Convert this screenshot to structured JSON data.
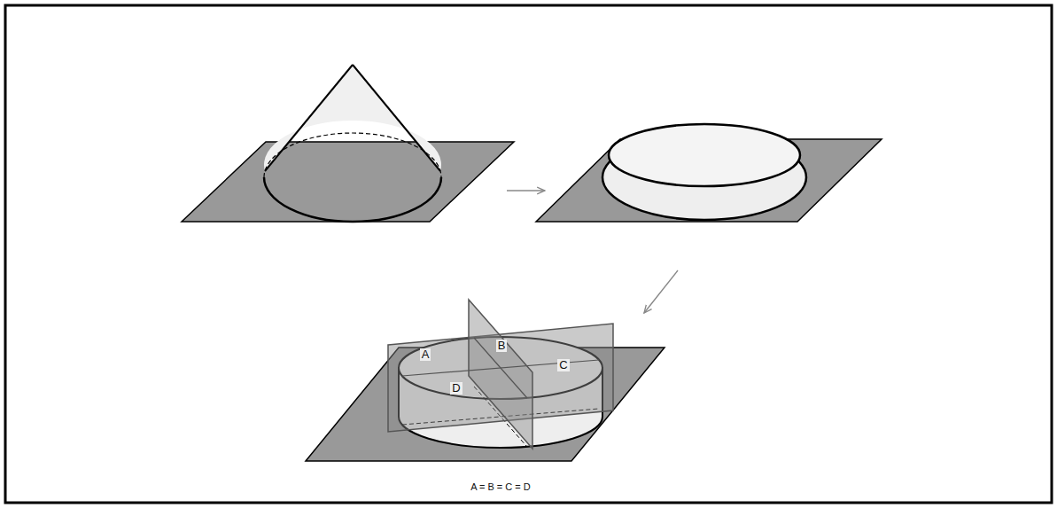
{
  "diagram": {
    "labels": [
      "A",
      "B",
      "C",
      "D",
      "A = B = C = D"
    ]
  }
}
